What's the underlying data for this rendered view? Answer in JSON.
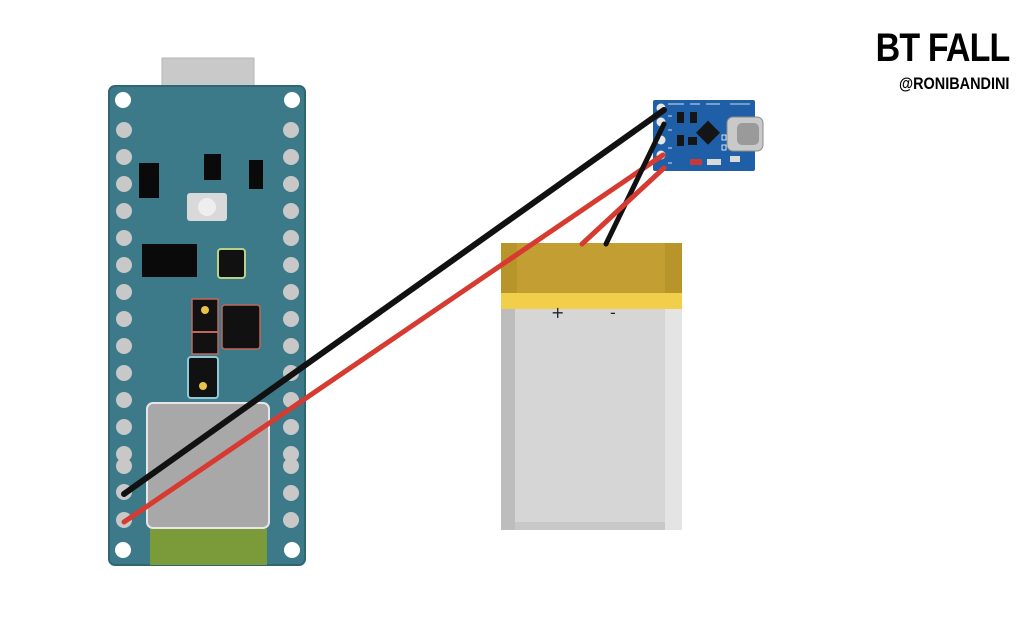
{
  "header": {
    "title": "BT FALL",
    "author": "@RONIBANDINI"
  },
  "battery": {
    "plus_label": "+",
    "minus_label": "-"
  },
  "components": {
    "board": "microcontroller-board",
    "charger": "usb-c-charger-module",
    "battery": "lipo-battery"
  },
  "wires": [
    {
      "name": "black-wire-board-to-charger",
      "color": "#111111"
    },
    {
      "name": "red-wire-board-to-charger",
      "color": "#d63a30"
    },
    {
      "name": "black-wire-battery-to-charger",
      "color": "#111111"
    },
    {
      "name": "red-wire-battery-to-charger",
      "color": "#d63a30"
    }
  ],
  "colors": {
    "board": "#3c7a8a",
    "board_edge": "#2f6676",
    "charger": "#1f5fa8",
    "battery_cap": "#b8952a",
    "battery_band": "#f2cf4a",
    "battery_body": "#d6d6d6"
  }
}
